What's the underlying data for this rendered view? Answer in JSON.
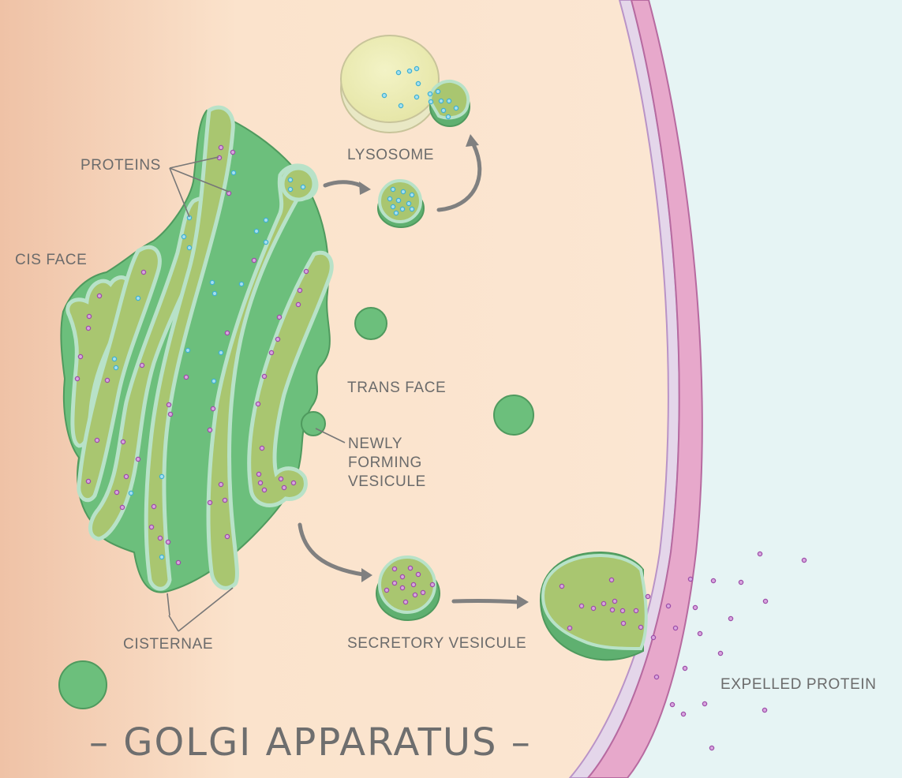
{
  "diagram": {
    "title": "– GOLGI APPARATUS –",
    "labels": {
      "proteins": "PROTEINS",
      "cis_face": "CIS FACE",
      "lysosome": "LYSOSOME",
      "trans_face": "TRANS FACE",
      "newly_forming_vesicule": [
        "NEWLY",
        "FORMING",
        "VESICULE"
      ],
      "cisternae": "CISTERNAE",
      "secretory_vesicule": "SECRETORY VESICULE",
      "expelled_protein": "EXPELLED PROTEIN"
    },
    "colors": {
      "cytoplasm": "#fbe3cc",
      "cytoplasm_left": "#f1c7ad",
      "extracellular": "#e6f4f4",
      "membrane_pink": "#e7a8cb",
      "membrane_lavender": "#e4d6ea",
      "golgi_dark": "#6cbf7c",
      "golgi_light": "#a9c670",
      "golgi_rim": "#b8e2c8",
      "lysosome_fill": "#eeeeb8",
      "protein_purple": "#9d4ea8",
      "protein_blue": "#3fb1d3",
      "arrow": "#808080",
      "text": "#6b6b6b"
    }
  }
}
